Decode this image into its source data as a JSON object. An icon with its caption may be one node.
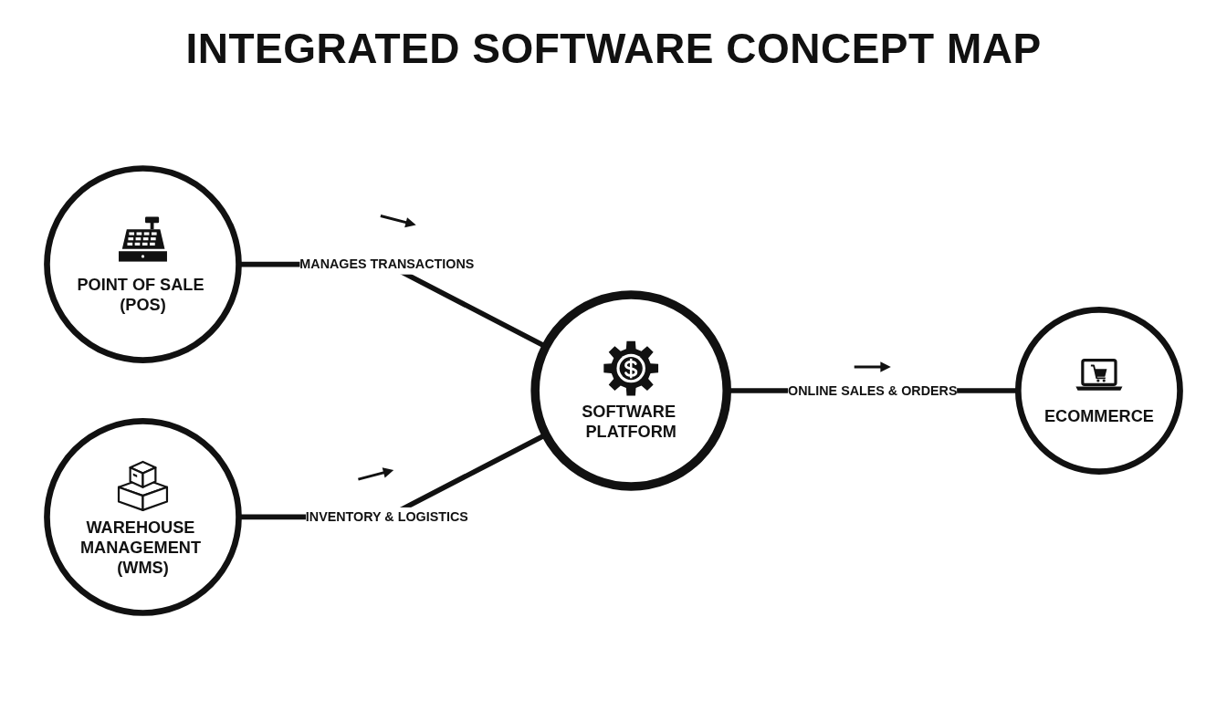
{
  "diagram": {
    "title": "INTEGRATED SOFTWARE CONCEPT MAP",
    "nodes": [
      {
        "text": [
          "ECOMMERCE"
        ]
      },
      {
        "text": [
          "SOFTWARE PLATFORM"
        ]
      },
      {
        "text": [
          "POINT OF SALE (POS)"
        ]
      },
      {
        "text": [
          "WAREHOUSE MANAGEMENT (WMS)"
        ]
      }
    ],
    "edges": [
      {
        "from": 1,
        "to": 0,
        "arrow": "none",
        "label": "ONLINE SALES & ORDERS"
      },
      {
        "from": 2,
        "to": 1,
        "arrow": "none",
        "label": "MANAGES TRANSACTIONS"
      },
      {
        "from": 3,
        "to": 1,
        "arrow": "none",
        "label": "INVENTORY & LOGISTICS"
      }
    ]
  }
}
